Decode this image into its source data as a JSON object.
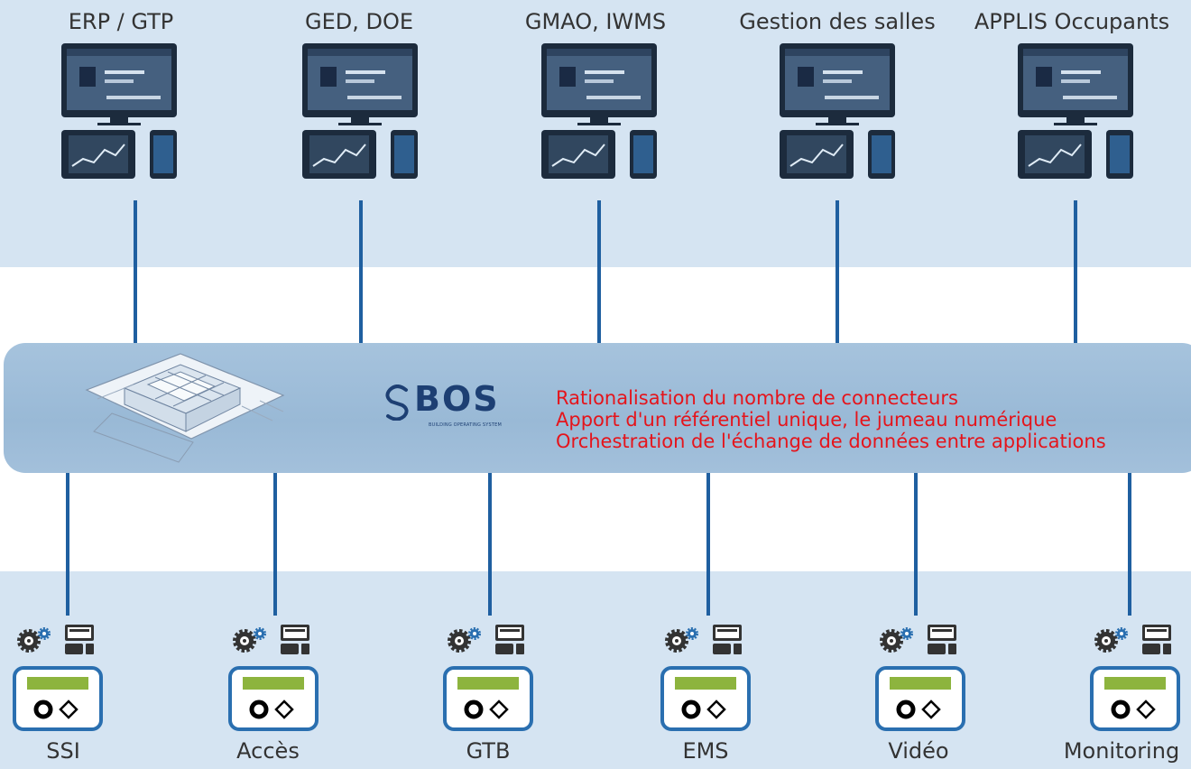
{
  "applications": [
    {
      "label": "ERP / GTP"
    },
    {
      "label": "GED, DOE"
    },
    {
      "label": "GMAO, IWMS"
    },
    {
      "label": "Gestion des salles"
    },
    {
      "label": "APPLIS Occupants"
    }
  ],
  "bos": {
    "logo_text": "BOS",
    "tagline": "BUILDING OPERATING SYSTEM",
    "benefits": [
      "Rationalisation du nombre de connecteurs",
      "Apport d'un référentiel unique, le jumeau numérique",
      "Orchestration de l'échange de données entre applications"
    ]
  },
  "systems": [
    {
      "label": "SSI"
    },
    {
      "label": "Accès"
    },
    {
      "label": "GTB"
    },
    {
      "label": "EMS"
    },
    {
      "label": "Vidéo"
    },
    {
      "label": "Monitoring"
    }
  ],
  "colors": {
    "band": "#d5e4f2",
    "bus": "#a3c0db",
    "connector": "#1f5fa0",
    "benefit_text": "#e5141b",
    "device_frame": "#2a6fb0",
    "device_display": "#8db43e"
  }
}
